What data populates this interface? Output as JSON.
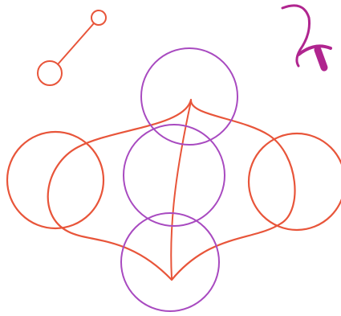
{
  "drawing": {
    "background": "#ffffff",
    "colors": {
      "orange_red": "#e8553a",
      "violet": "#a84ac0",
      "magenta": "#b0258f"
    },
    "elements": [
      {
        "name": "pin-small-circle",
        "color": "orange_red"
      },
      {
        "name": "pin-large-circle",
        "color": "orange_red"
      },
      {
        "name": "pin-connector-line",
        "color": "orange_red"
      },
      {
        "name": "left-circle",
        "color": "orange_red"
      },
      {
        "name": "right-circle",
        "color": "orange_red"
      },
      {
        "name": "vesica-leaf-outline",
        "color": "orange_red"
      },
      {
        "name": "leaf-midrib",
        "color": "orange_red"
      },
      {
        "name": "top-circle",
        "color": "violet"
      },
      {
        "name": "middle-circle",
        "color": "violet"
      },
      {
        "name": "bottom-circle",
        "color": "violet"
      },
      {
        "name": "corner-glyph",
        "color": "magenta"
      }
    ]
  }
}
